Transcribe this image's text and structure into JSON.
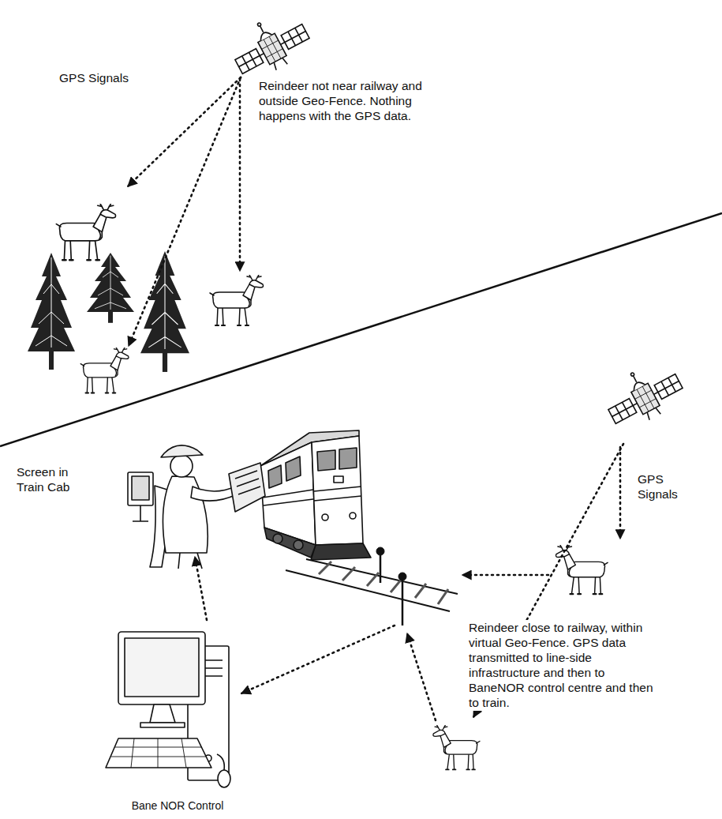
{
  "diagram": {
    "nodes": [
      {
        "text": [
          "Screen in Train Cab"
        ]
      },
      {
        "text": [
          "Bane NOR Control"
        ]
      }
    ],
    "edges": [
      {
        "from": 1,
        "to": 0,
        "arrow": "to"
      }
    ],
    "labels": [
      "GPS Signals",
      "Reindeer not near railway and outside Geo-Fence. Nothing happens with the GPS data.",
      "GPS Signals",
      "Reindeer close to railway, within virtual Geo-Fence. GPS data transmitted to line-side infrastructure and then to BaneNOR control centre and then to train."
    ]
  }
}
